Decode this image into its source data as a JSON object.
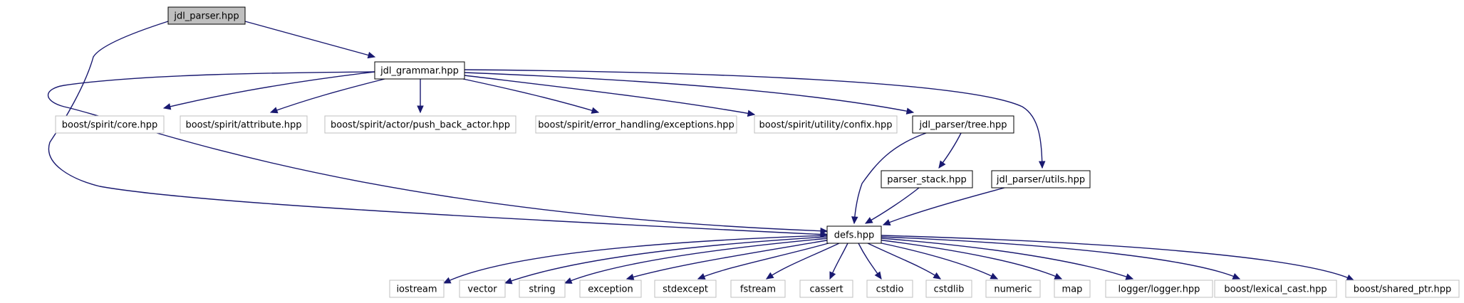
{
  "colors": {
    "root_fill": "#bfbfbf",
    "documented_border": "#000000",
    "external_border": "#bfbfbf",
    "edge": "#191970"
  },
  "nodes": {
    "jdl_parser_hpp": "jdl_parser.hpp",
    "jdl_grammar_hpp": "jdl_grammar.hpp",
    "boost_spirit_core": "boost/spirit/core.hpp",
    "boost_spirit_attribute": "boost/spirit/attribute.hpp",
    "boost_spirit_push_back_actor": "boost/spirit/actor/push_back_actor.hpp",
    "boost_spirit_exceptions": "boost/spirit/error_handling/exceptions.hpp",
    "boost_spirit_confix": "boost/spirit/utility/confix.hpp",
    "jdl_parser_tree": "jdl_parser/tree.hpp",
    "parser_stack": "parser_stack.hpp",
    "jdl_parser_utils": "jdl_parser/utils.hpp",
    "defs_hpp": "defs.hpp",
    "iostream": "iostream",
    "vector": "vector",
    "string": "string",
    "exception": "exception",
    "stdexcept": "stdexcept",
    "fstream": "fstream",
    "cassert": "cassert",
    "cstdio": "cstdio",
    "cstdlib": "cstdlib",
    "numeric": "numeric",
    "map": "map",
    "logger_logger": "logger/logger.hpp",
    "boost_lexical_cast": "boost/lexical_cast.hpp",
    "boost_shared_ptr": "boost/shared_ptr.hpp"
  }
}
